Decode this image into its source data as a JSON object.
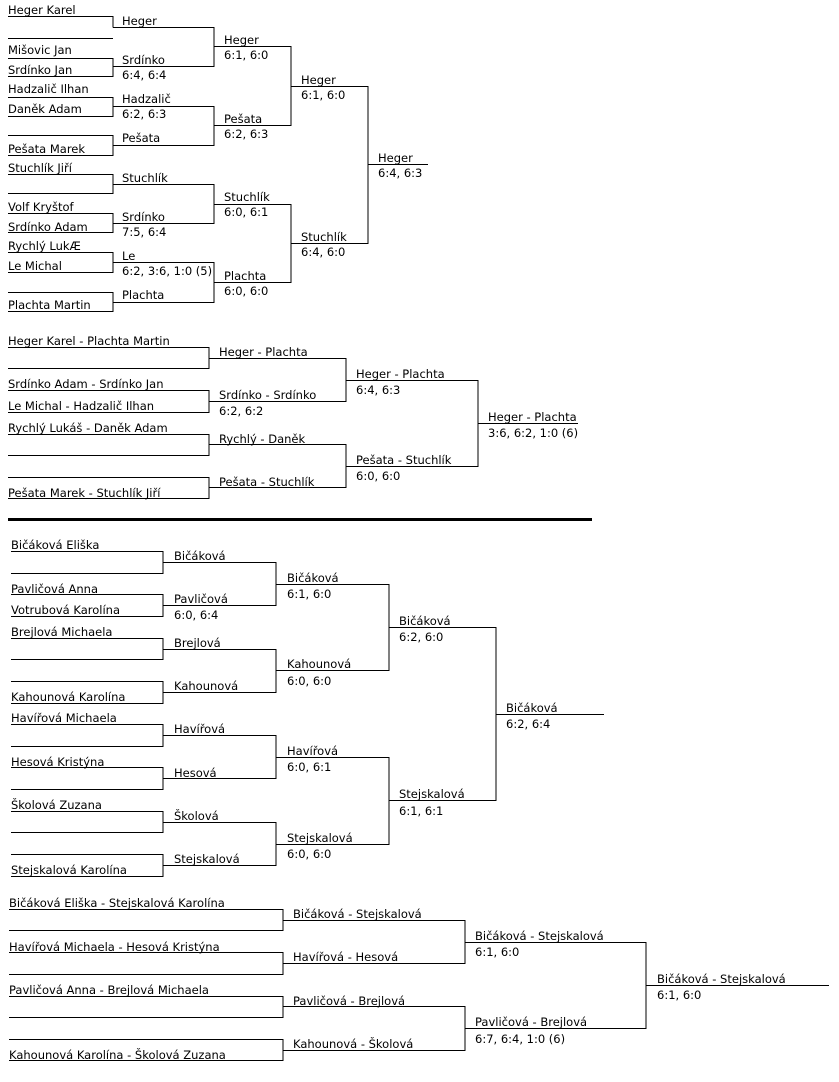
{
  "men_singles": {
    "players": [
      "Heger Karel",
      "Mišovic Jan",
      "Srdínko Jan",
      "Hadzalič Ilhan",
      "Daněk Adam",
      "Pešata Marek",
      "Stuchlík Jiří",
      "Volf Kryštof",
      "Srdínko Adam",
      "Rychlý LukÆ",
      "Le Michal",
      "Plachta Martin"
    ],
    "r1": [
      {
        "name": "Heger",
        "score": ""
      },
      {
        "name": "Srdínko",
        "score": "6:4, 6:4"
      },
      {
        "name": "Hadzalič",
        "score": "6:2, 6:3"
      },
      {
        "name": "Pešata",
        "score": ""
      },
      {
        "name": "Stuchlík",
        "score": ""
      },
      {
        "name": "Srdínko",
        "score": "7:5, 6:4"
      },
      {
        "name": "Le",
        "score": "6:2, 3:6, 1:0 (5)"
      },
      {
        "name": "Plachta",
        "score": ""
      }
    ],
    "r2": [
      {
        "name": "Heger",
        "score": "6:1, 6:0"
      },
      {
        "name": "Pešata",
        "score": "6:2, 6:3"
      },
      {
        "name": "Stuchlík",
        "score": "6:0, 6:1"
      },
      {
        "name": "Plachta",
        "score": "6:0, 6:0"
      }
    ],
    "r3": [
      {
        "name": "Heger",
        "score": "6:1, 6:0"
      },
      {
        "name": "Stuchlík",
        "score": "6:4, 6:0"
      }
    ],
    "final": {
      "name": "Heger",
      "score": "6:4, 6:3"
    }
  },
  "men_doubles": {
    "pairs": [
      "Heger Karel - Plachta Martin",
      "Srdínko Adam - Srdínko Jan",
      "Le Michal - Hadzalič Ilhan",
      "Rychlý Lukáš - Daněk Adam",
      "Pešata Marek - Stuchlík Jiří"
    ],
    "r1": [
      {
        "name": "Heger - Plachta",
        "score": ""
      },
      {
        "name": "Srdínko - Srdínko",
        "score": "6:2, 6:2"
      },
      {
        "name": "Rychlý - Daněk",
        "score": ""
      },
      {
        "name": "Pešata - Stuchlík",
        "score": ""
      }
    ],
    "r2": [
      {
        "name": "Heger - Plachta",
        "score": "6:4, 6:3"
      },
      {
        "name": "Pešata - Stuchlík",
        "score": "6:0, 6:0"
      }
    ],
    "final": {
      "name": "Heger - Plachta",
      "score": "3:6, 6:2, 1:0 (6)"
    }
  },
  "women_singles": {
    "players": [
      "Bičáková Eliška",
      "Pavličová Anna",
      "Votrubová Karolína",
      "Brejlová Michaela",
      "Kahounová Karolína",
      "Havířová Michaela",
      "Hesová Kristýna",
      "Školová Zuzana",
      "Stejskalová Karolína"
    ],
    "r1": [
      {
        "name": "Bičáková",
        "score": ""
      },
      {
        "name": "Pavličová",
        "score": "6:0, 6:4"
      },
      {
        "name": "Brejlová",
        "score": ""
      },
      {
        "name": "Kahounová",
        "score": ""
      },
      {
        "name": "Havířová",
        "score": ""
      },
      {
        "name": "Hesová",
        "score": ""
      },
      {
        "name": "Školová",
        "score": ""
      },
      {
        "name": "Stejskalová",
        "score": ""
      }
    ],
    "r2": [
      {
        "name": "Bičáková",
        "score": "6:1, 6:0"
      },
      {
        "name": "Kahounová",
        "score": "6:0, 6:0"
      },
      {
        "name": "Havířová",
        "score": "6:0, 6:1"
      },
      {
        "name": "Stejskalová",
        "score": "6:0, 6:0"
      }
    ],
    "r3": [
      {
        "name": "Bičáková",
        "score": "6:2, 6:0"
      },
      {
        "name": "Stejskalová",
        "score": "6:1, 6:1"
      }
    ],
    "final": {
      "name": "Bičáková",
      "score": "6:2, 6:4"
    }
  },
  "women_doubles": {
    "pairs": [
      "Bičáková Eliška - Stejskalová Karolína",
      "Havířová Michaela - Hesová Kristýna",
      "Pavličová Anna - Brejlová Michaela",
      "Kahounová Karolína - Školová Zuzana"
    ],
    "r1": [
      {
        "name": "Bičáková - Stejskalová",
        "score": ""
      },
      {
        "name": "Havířová - Hesová",
        "score": ""
      },
      {
        "name": "Pavličová - Brejlová",
        "score": ""
      },
      {
        "name": "Kahounová - Školová",
        "score": ""
      }
    ],
    "r2": [
      {
        "name": "Bičáková - Stejskalová",
        "score": "6:1, 6:0"
      },
      {
        "name": "Pavličová - Brejlová",
        "score": "6:7, 6:4, 1:0 (6)"
      }
    ],
    "final": {
      "name": "Bičáková - Stejskalová",
      "score": "6:1, 6:0"
    }
  }
}
